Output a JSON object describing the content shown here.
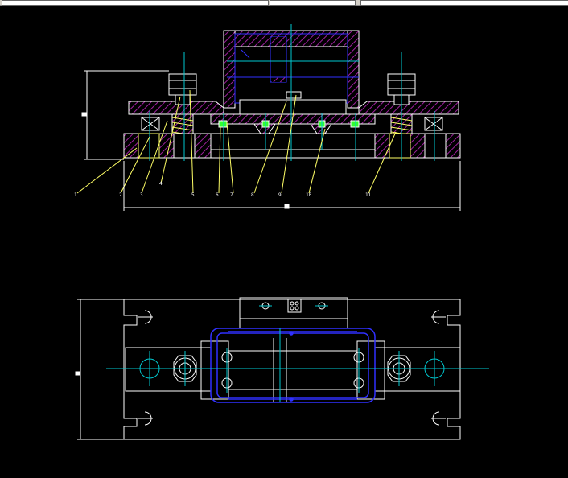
{
  "app": {
    "title": "CAD drawing viewport"
  },
  "colors": {
    "background": "#000000",
    "outline": "#ffffff",
    "centerline": "#00c8d0",
    "hatch": "#a020a0",
    "hidden": "#3030ff",
    "leader": "#ffff66",
    "fastener": "#30ff30"
  },
  "drawing": {
    "part_labels": [
      "1",
      "2",
      "3",
      "4",
      "5",
      "6",
      "7",
      "8",
      "9",
      "10",
      "11"
    ],
    "views": [
      "front-section-view",
      "top-view"
    ]
  }
}
